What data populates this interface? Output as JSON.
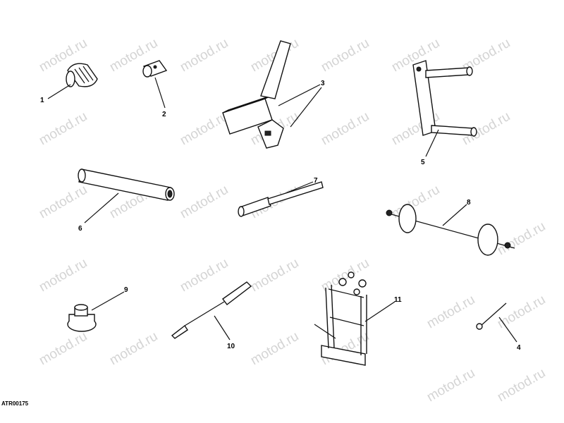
{
  "watermark": "motod.ru",
  "drawing_code": "ATR00175",
  "callouts": [
    "1",
    "2",
    "3",
    "4",
    "5",
    "6",
    "7",
    "8",
    "9",
    "10",
    "11"
  ]
}
